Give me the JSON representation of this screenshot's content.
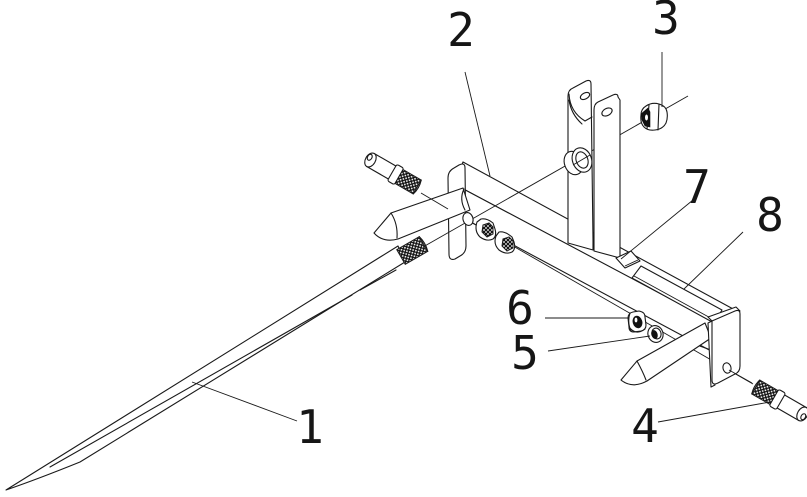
{
  "figure": {
    "kind": "exploded isometric patent line drawing",
    "subject": "bale spear hitch frame assembly",
    "background_color": "#ffffff",
    "line_color": "#1a1a1a"
  },
  "callouts": [
    {
      "label": "1"
    },
    {
      "label": "2"
    },
    {
      "label": "3"
    },
    {
      "label": "4"
    },
    {
      "label": "5"
    },
    {
      "label": "6"
    },
    {
      "label": "7"
    },
    {
      "label": "8"
    }
  ]
}
